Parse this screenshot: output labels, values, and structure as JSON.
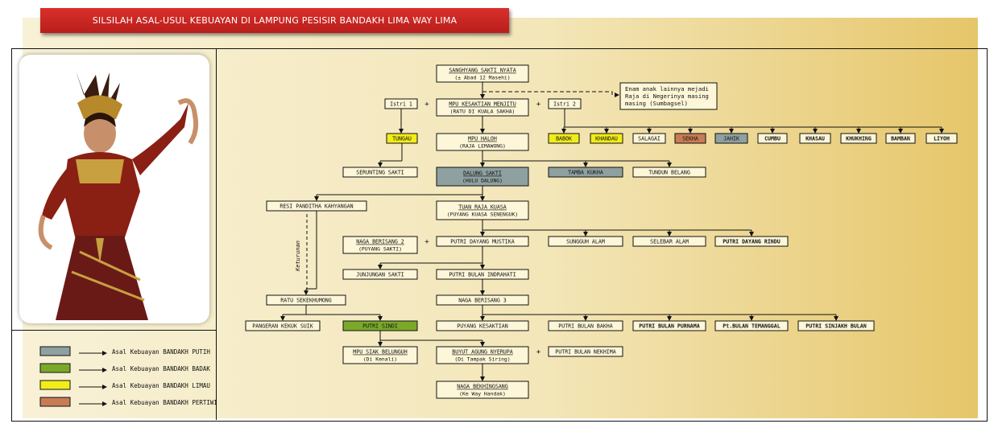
{
  "title": "SILSILAH ASAL-USUL KEBUAYAN DI LAMPUNG PESISIR BANDAKH LIMA WAY LIMA",
  "colors": {
    "putih": "#8fa0a0",
    "badak": "#7aa92a",
    "limau": "#f2ec1a",
    "pertiwi": "#c87c56",
    "box": "#fdf6d8"
  },
  "nodes": [
    {
      "id": "sanghyang",
      "l1": "SANGHYANG SAKTI NYATA",
      "l2": "(± Abad 12 Masehi)",
      "color": ""
    },
    {
      "id": "istri1",
      "l1": "Istri 1",
      "color": ""
    },
    {
      "id": "mpu",
      "l1": "MPU KESAKTIAN MENJITU",
      "l2": "(RATU DI KUALA SAKHA)",
      "color": ""
    },
    {
      "id": "istri2",
      "l1": "Istri 2",
      "color": ""
    },
    {
      "id": "enam",
      "l1": "Enam anak lainnya mejadi",
      "l2": "Raja di Negerinya masing",
      "l3": "masing (Sumbagsel)",
      "color": ""
    },
    {
      "id": "tungau",
      "l1": "TUNGAU",
      "color": "limau"
    },
    {
      "id": "haloh",
      "l1": "MPU HALOH",
      "l2": "(RAJA LEMAWONG)",
      "color": ""
    },
    {
      "id": "babok",
      "l1": "BABOK",
      "color": "limau"
    },
    {
      "id": "khandau",
      "l1": "KHANDAU",
      "color": "limau"
    },
    {
      "id": "salagai",
      "l1": "SALAGAI",
      "color": ""
    },
    {
      "id": "sekha",
      "l1": "SEKHA",
      "color": "pertiwi"
    },
    {
      "id": "jahik",
      "l1": "JAHIK",
      "color": "putih"
    },
    {
      "id": "cumbu",
      "l1": "CUMBU",
      "color": ""
    },
    {
      "id": "khasau",
      "l1": "KHASAU",
      "color": ""
    },
    {
      "id": "khukhing",
      "l1": "KHUKHING",
      "color": ""
    },
    {
      "id": "bamban",
      "l1": "BAMBAN",
      "color": ""
    },
    {
      "id": "liyoh",
      "l1": "LIYOH",
      "color": ""
    },
    {
      "id": "seruntung",
      "l1": "SERUNTING SAKTI",
      "color": ""
    },
    {
      "id": "dalung",
      "l1": "DALUNG SAKTI",
      "l2": "(HULU DALUNG)",
      "color": "putih"
    },
    {
      "id": "tamba",
      "l1": "TAMBA KUKHA",
      "color": "putih"
    },
    {
      "id": "tundun",
      "l1": "TUNDUN BELANG",
      "color": ""
    },
    {
      "id": "resi",
      "l1": "RESI PANDITHA KAHYANGAN",
      "color": ""
    },
    {
      "id": "tuan",
      "l1": "TUAN RAJA KUASA",
      "l2": "(PUYANG KUASA SENENGUK)",
      "color": ""
    },
    {
      "id": "naga2",
      "l1": "NAGA BERISANG 2",
      "l2": "(PUYANG SAKTI)",
      "color": ""
    },
    {
      "id": "mustika",
      "l1": "PUTRI DAYANG MUSTIKA",
      "color": ""
    },
    {
      "id": "sungguh",
      "l1": "SUNGGUH ALAM",
      "color": ""
    },
    {
      "id": "selebar",
      "l1": "SELEBAR ALAM",
      "color": ""
    },
    {
      "id": "rindu",
      "l1": "PUTRI DAYANG RINDU",
      "color": ""
    },
    {
      "id": "junjungan",
      "l1": "JUNJUNGAN SAKTI",
      "color": ""
    },
    {
      "id": "indrahati",
      "l1": "PUTRI BULAN INDRAHATI",
      "color": ""
    },
    {
      "id": "ratu",
      "l1": "RATU SEKEKHUMONG",
      "color": ""
    },
    {
      "id": "naga3",
      "l1": "NAGA BERISANG 3",
      "color": ""
    },
    {
      "id": "pangeran",
      "l1": "PANGERAN KEKUK SUIK",
      "color": ""
    },
    {
      "id": "sindi",
      "l1": "PUTRI SINDI",
      "color": "badak"
    },
    {
      "id": "kesaktian",
      "l1": "PUYANG KESAKTIAN",
      "color": ""
    },
    {
      "id": "bakha",
      "l1": "PUTRI BULAN BAKHA",
      "color": ""
    },
    {
      "id": "purnama",
      "l1": "PUTRI BULAN PURNAMA",
      "color": ""
    },
    {
      "id": "temanggal",
      "l1": "Pt.BULAN TEMANGGAL",
      "color": ""
    },
    {
      "id": "sinjakh",
      "l1": "PUTRI SINJAKH BULAN",
      "color": ""
    },
    {
      "id": "siak",
      "l1": "MPU SIAK BELUNGUH",
      "l2": "(Di Kenali)",
      "color": ""
    },
    {
      "id": "buyut",
      "l1": "BUYUT AGUNG NYERUPA",
      "l2": "(Di Tampak Siring)",
      "color": ""
    },
    {
      "id": "nekhima",
      "l1": "PUTRI BULAN NEKHIMA",
      "color": ""
    },
    {
      "id": "bekhingsang",
      "l1": "NAGA BEKHINGSANG",
      "l2": "(Ke Way Handak)",
      "color": ""
    }
  ],
  "spouse_marks": [
    {
      "between": [
        "istri1",
        "mpu"
      ],
      "symbol": "+"
    },
    {
      "between": [
        "mpu",
        "istri2"
      ],
      "symbol": "+"
    },
    {
      "between": [
        "naga2",
        "mustika"
      ],
      "symbol": "+"
    },
    {
      "between": [
        "buyut",
        "nekhima"
      ],
      "symbol": "+"
    }
  ],
  "edges": [
    [
      "sanghyang",
      "mpu"
    ],
    [
      "istri1",
      "tungau"
    ],
    [
      "mpu",
      "haloh"
    ],
    [
      "istri2",
      "babok"
    ],
    [
      "istri2",
      "khandau"
    ],
    [
      "istri2",
      "salagai"
    ],
    [
      "istri2",
      "sekha"
    ],
    [
      "istri2",
      "jahik"
    ],
    [
      "istri2",
      "cumbu"
    ],
    [
      "istri2",
      "khasau"
    ],
    [
      "istri2",
      "khukhing"
    ],
    [
      "istri2",
      "bamban"
    ],
    [
      "istri2",
      "liyoh"
    ],
    [
      "tungau",
      "seruntung"
    ],
    [
      "haloh",
      "dalung"
    ],
    [
      "haloh",
      "tamba"
    ],
    [
      "haloh",
      "tundun"
    ],
    [
      "dalung",
      "resi"
    ],
    [
      "dalung",
      "tuan"
    ],
    [
      "tuan",
      "mustika"
    ],
    [
      "tuan",
      "sungguh"
    ],
    [
      "tuan",
      "selebar"
    ],
    [
      "tuan",
      "rindu"
    ],
    [
      "mustika",
      "junjungan"
    ],
    [
      "mustika",
      "indrahati"
    ],
    [
      "indrahati",
      "naga3"
    ],
    [
      "resi",
      "ratu"
    ],
    [
      "ratu",
      "pangeran"
    ],
    [
      "ratu",
      "sindi"
    ],
    [
      "naga3",
      "kesaktian"
    ],
    [
      "naga3",
      "bakha"
    ],
    [
      "naga3",
      "purnama"
    ],
    [
      "naga3",
      "temanggal"
    ],
    [
      "naga3",
      "sinjakh"
    ],
    [
      "sindi",
      "siak"
    ],
    [
      "sindi",
      "buyut"
    ],
    [
      "buyut",
      "bekhingsang"
    ]
  ],
  "dashed_label": "Keturunan",
  "legend": [
    {
      "color": "putih",
      "label": "Asal Kebuayan BANDAKH PUTIH"
    },
    {
      "color": "badak",
      "label": "Asal Kebuayan BANDAKH BADAK"
    },
    {
      "color": "limau",
      "label": "Asal Kebuayan BANDAKH LIMAU"
    },
    {
      "color": "pertiwi",
      "label": "Asal Kebuayan BANDAKH PERTIWI"
    }
  ]
}
